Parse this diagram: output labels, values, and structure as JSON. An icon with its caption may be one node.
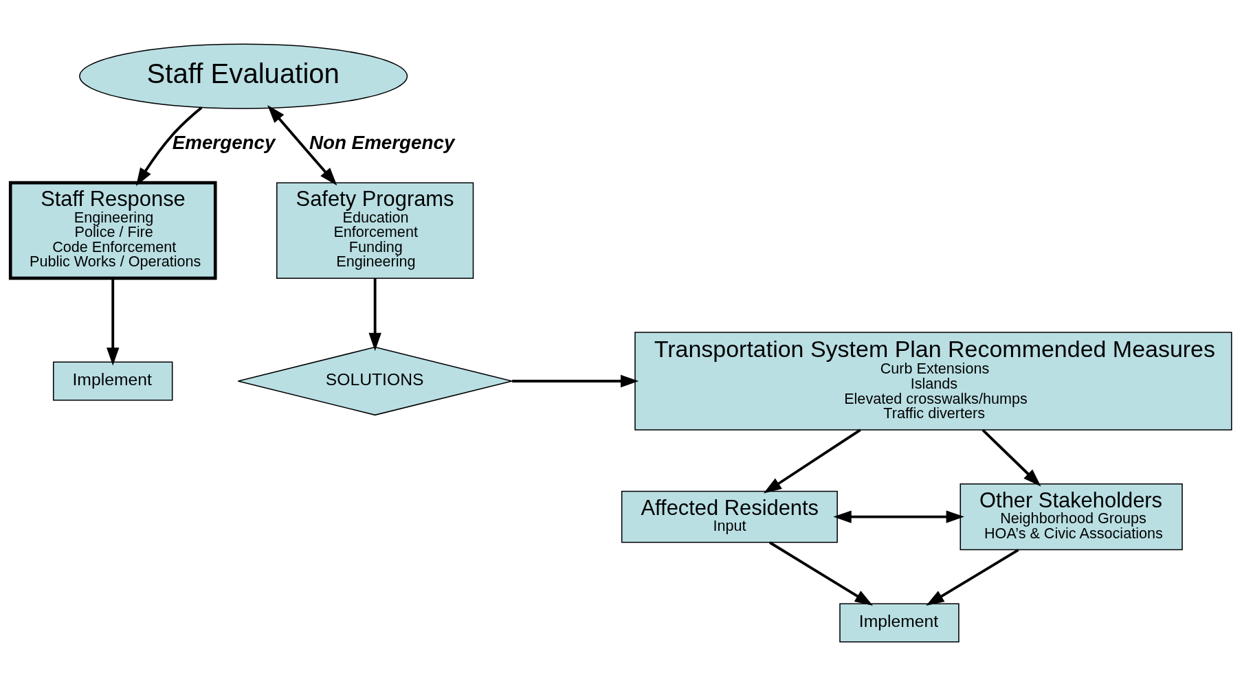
{
  "diagram": {
    "nodes": [
      {
        "text": [
          "Staff Evaluation"
        ]
      },
      {
        "text": [
          "Staff Response",
          "Engineering",
          "Police / Fire",
          "Code Enforcement",
          "Public Works / Operations"
        ]
      },
      {
        "text": [
          "Safety Programs",
          "Education",
          "Enforcement",
          "Funding",
          "Engineering"
        ]
      },
      {
        "text": [
          "Implement"
        ]
      },
      {
        "text": [
          "Transportation System Plan Recommended Measures",
          "Curb Extensions",
          "Islands",
          "Elevated crosswalks/humps",
          "Traffic diverters"
        ]
      },
      {
        "text": [
          "SOLUTIONS"
        ]
      },
      {
        "text": [
          "Affected Residents",
          "Input"
        ]
      },
      {
        "text": [
          "Other Stakeholders",
          "Neighborhood Groups",
          "HOA’s & Civic Associations"
        ]
      },
      {
        "text": [
          "Implement"
        ]
      }
    ],
    "edges": [
      {
        "from": 0,
        "to": 1,
        "arrow": "to",
        "label": "Emergency"
      },
      {
        "from": 0,
        "to": 2,
        "arrow": "both",
        "label": "Non Emergency"
      },
      {
        "from": 1,
        "to": 3,
        "arrow": "to"
      },
      {
        "from": 2,
        "to": 5,
        "arrow": "to"
      },
      {
        "from": 5,
        "to": 4,
        "arrow": "to"
      },
      {
        "from": 4,
        "to": 6,
        "arrow": "to"
      },
      {
        "from": 4,
        "to": 7,
        "arrow": "to"
      },
      {
        "from": 6,
        "to": 7,
        "arrow": "both"
      },
      {
        "from": 6,
        "to": 8,
        "arrow": "to"
      },
      {
        "from": 7,
        "to": 8,
        "arrow": "to"
      }
    ]
  }
}
